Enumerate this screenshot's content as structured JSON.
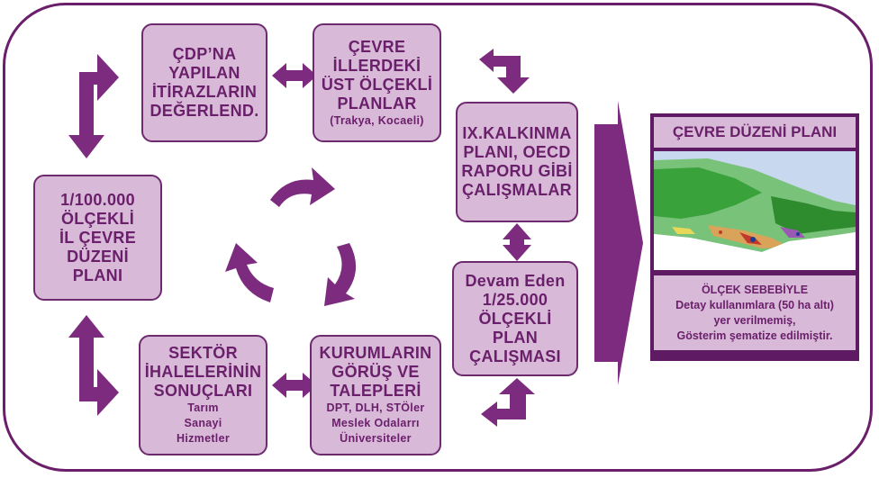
{
  "colors": {
    "accent": "#6a1f6a",
    "box_fill": "#d8b9d8",
    "arrow": "#7c2b7e"
  },
  "boxes": {
    "cdp_objections": [
      "ÇDP’NA",
      "YAPILAN",
      "İTİRAZLARIN",
      "DEĞERLEND."
    ],
    "neighbor_plans": {
      "lines": [
        "ÇEVRE",
        "İLLERDEKİ",
        "ÜST ÖLÇEKLİ",
        "PLANLAR"
      ],
      "note": "(Trakya, Kocaeli)"
    },
    "ix_plan": [
      "IX.KALKINMA",
      "PLANI, OECD",
      "RAPORU GİBİ",
      "ÇALIŞMALAR"
    ],
    "il_cevre": [
      "1/100.000",
      "ÖLÇEKLİ",
      "İL ÇEVRE",
      "DÜZENİ",
      "PLANI"
    ],
    "sektor": {
      "lines": [
        "SEKTÖR",
        "İHALELERİNİN",
        "SONUÇLARI"
      ],
      "sub": [
        "Tarım",
        "Sanayi",
        "Hizmetler"
      ]
    },
    "kurumlar": {
      "lines": [
        "KURUMLARIN",
        "GÖRÜŞ VE",
        "TALEPLERİ"
      ],
      "sub": [
        "DPT, DLH, STÖler",
        "Meslek Odalarrı",
        "Üniversiteler"
      ]
    },
    "devam": [
      "Devam Eden",
      "1/25.000",
      "ÖLÇEKLİ",
      "PLAN",
      "ÇALIŞMASI"
    ]
  },
  "panel": {
    "title": "ÇEVRE DÜZENİ PLANI",
    "note": [
      "ÖLÇEK SEBEBİYLE",
      "Detay kullanımlara (50 ha altı)",
      "yer verilmemiş,",
      "Gösterim şematize edilmiştir."
    ]
  }
}
